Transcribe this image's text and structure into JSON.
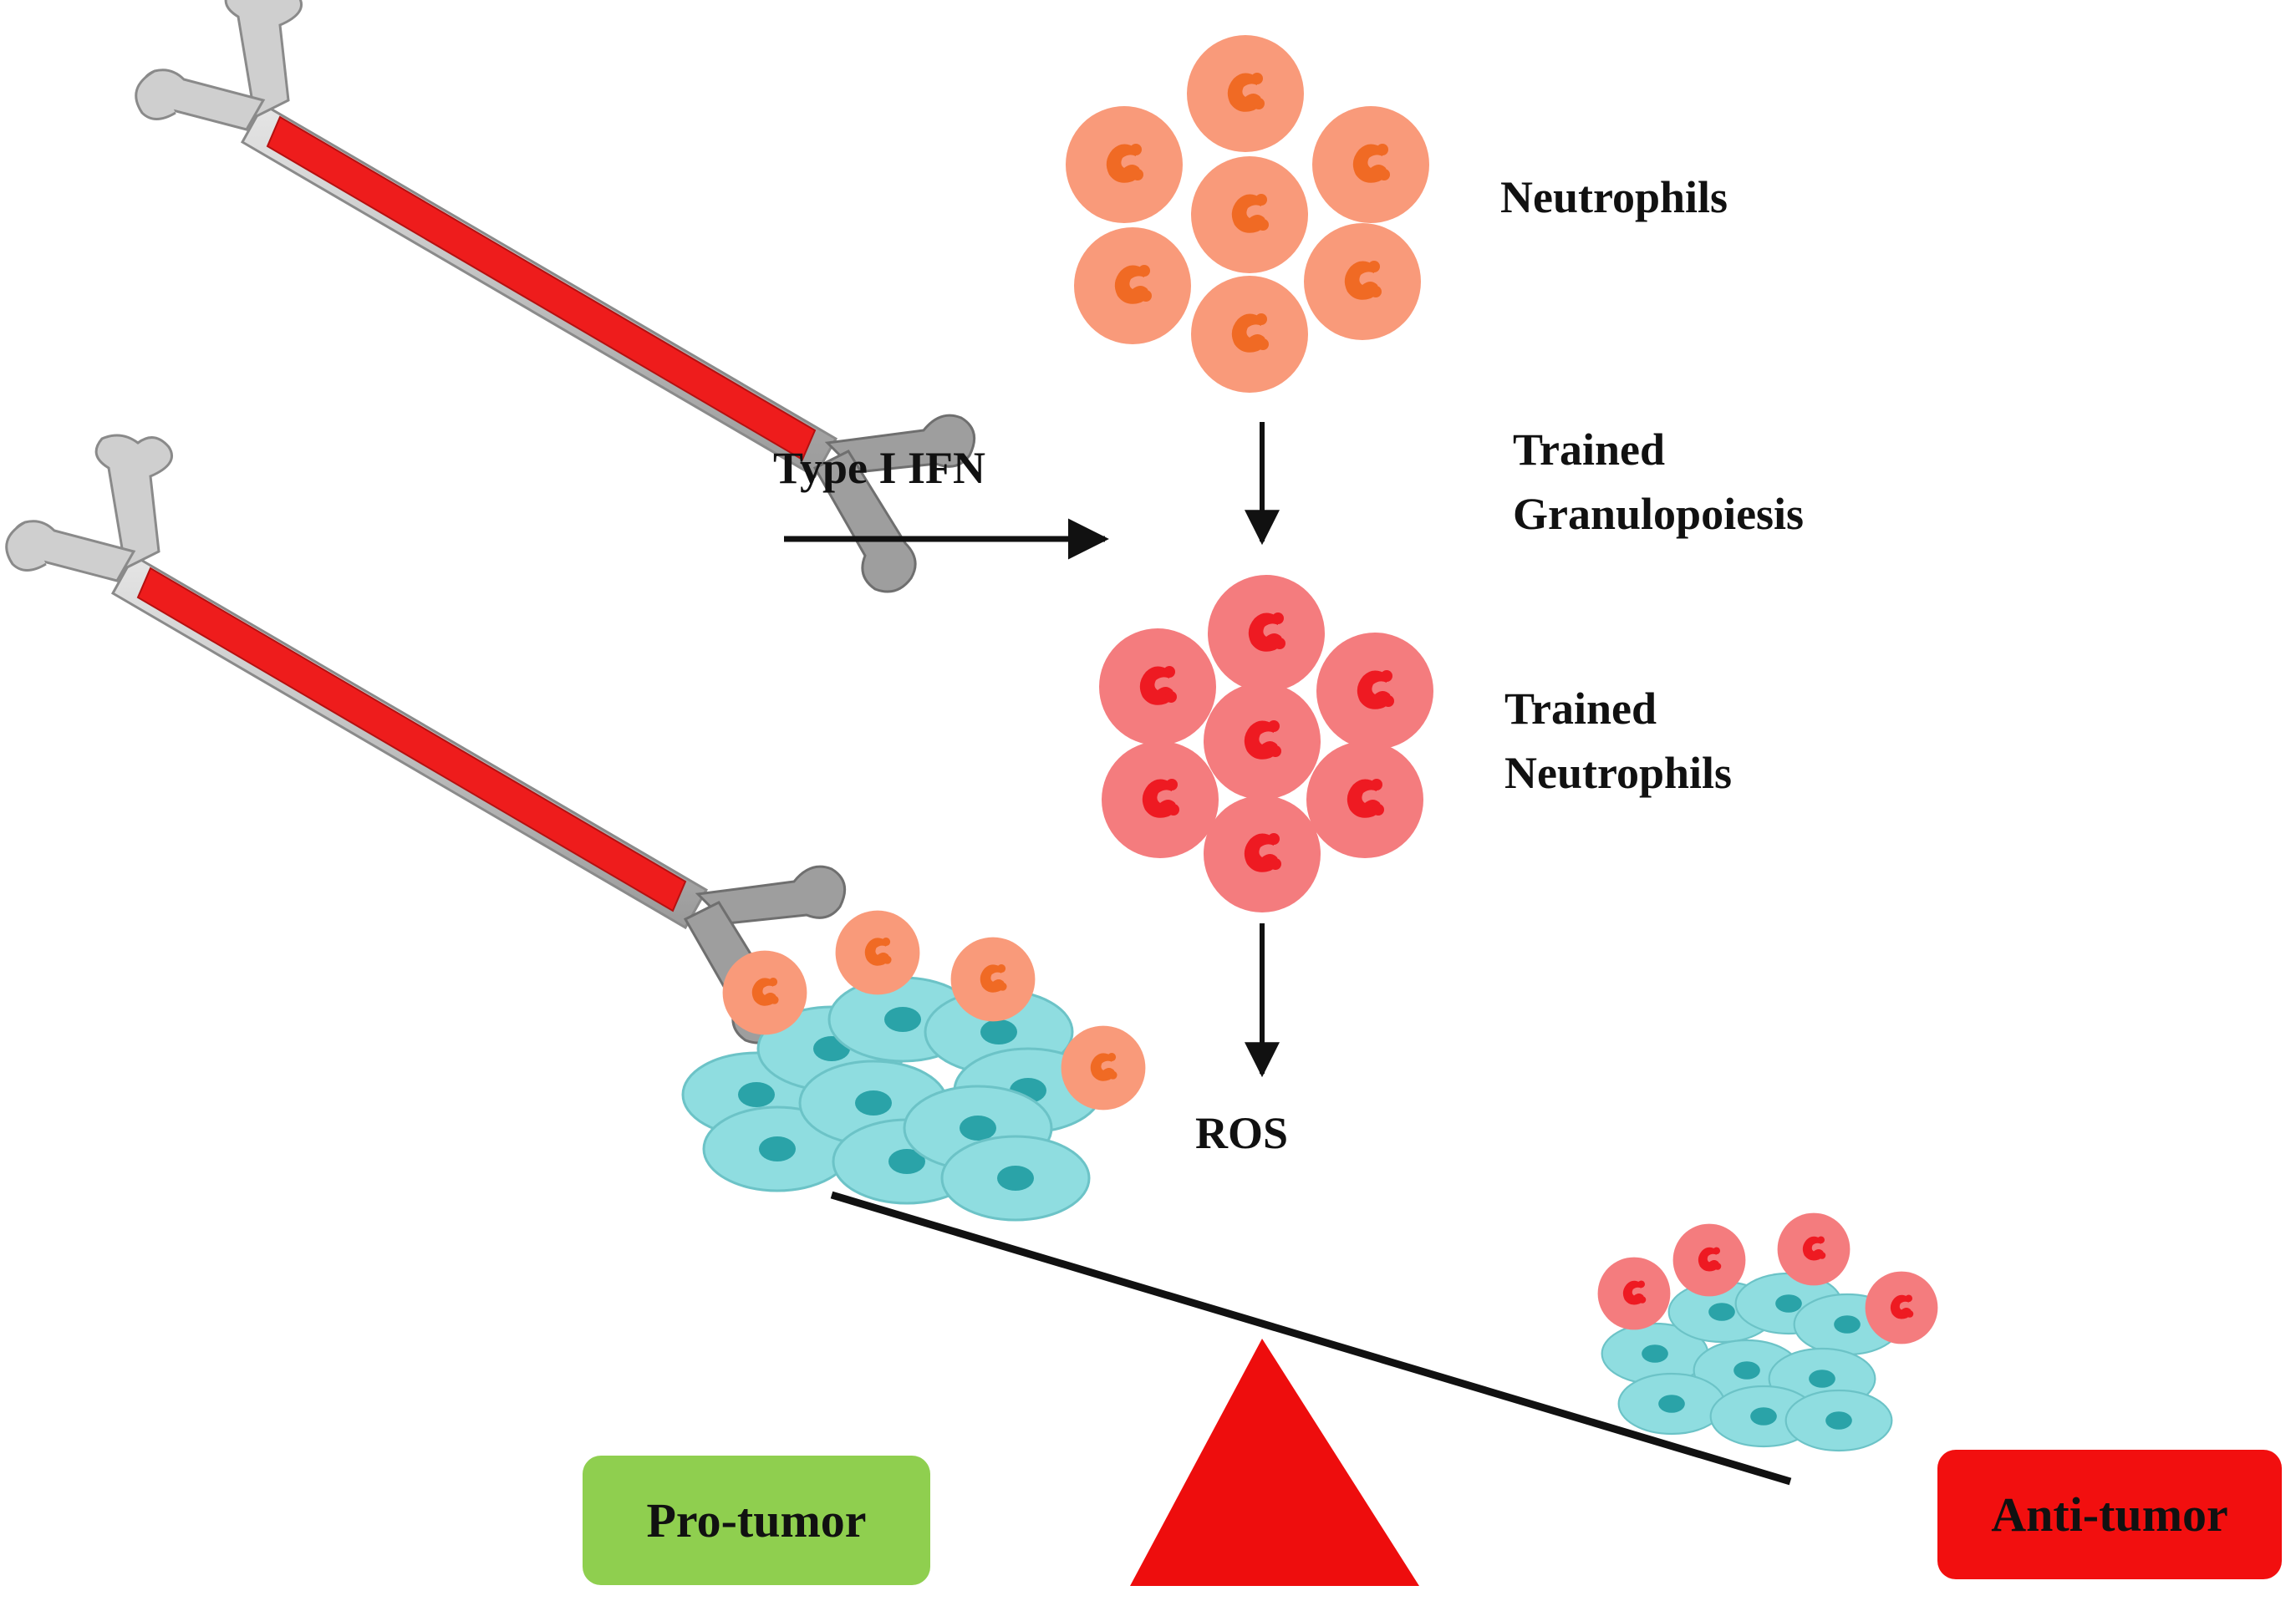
{
  "labels": {
    "neutrophils": "Neutrophils",
    "type_i_ifn": "Type I IFN",
    "trained_granulopoiesis_line1": "Trained",
    "trained_granulopoiesis_line2": "Granulopoiesis",
    "trained_neutrophils_line1": "Trained",
    "trained_neutrophils_line2": "Neutrophils",
    "ros": "ROS"
  },
  "badges": {
    "pro_tumor": "Pro-tumor",
    "anti_tumor": "Anti-tumor"
  },
  "colors": {
    "neutrophil_fill": "#f99a7a",
    "neutrophil_nucleus": "#f06a24",
    "trained_fill": "#f47c7e",
    "trained_nucleus": "#ee1a22",
    "tumor_cell": "#8fdde0",
    "tumor_nucleus": "#2aa3a8",
    "bone": "#c9c9c9",
    "marrow": "#ee1c1c",
    "pro_tumor_badge": "#8fcf4f",
    "anti_tumor_badge": "#f20f0f",
    "fulcrum": "#ee0d0d"
  },
  "icons": [
    "bone-icon",
    "neutrophil-icon",
    "tumor-cell-icon",
    "arrow-icon",
    "fulcrum-icon"
  ]
}
